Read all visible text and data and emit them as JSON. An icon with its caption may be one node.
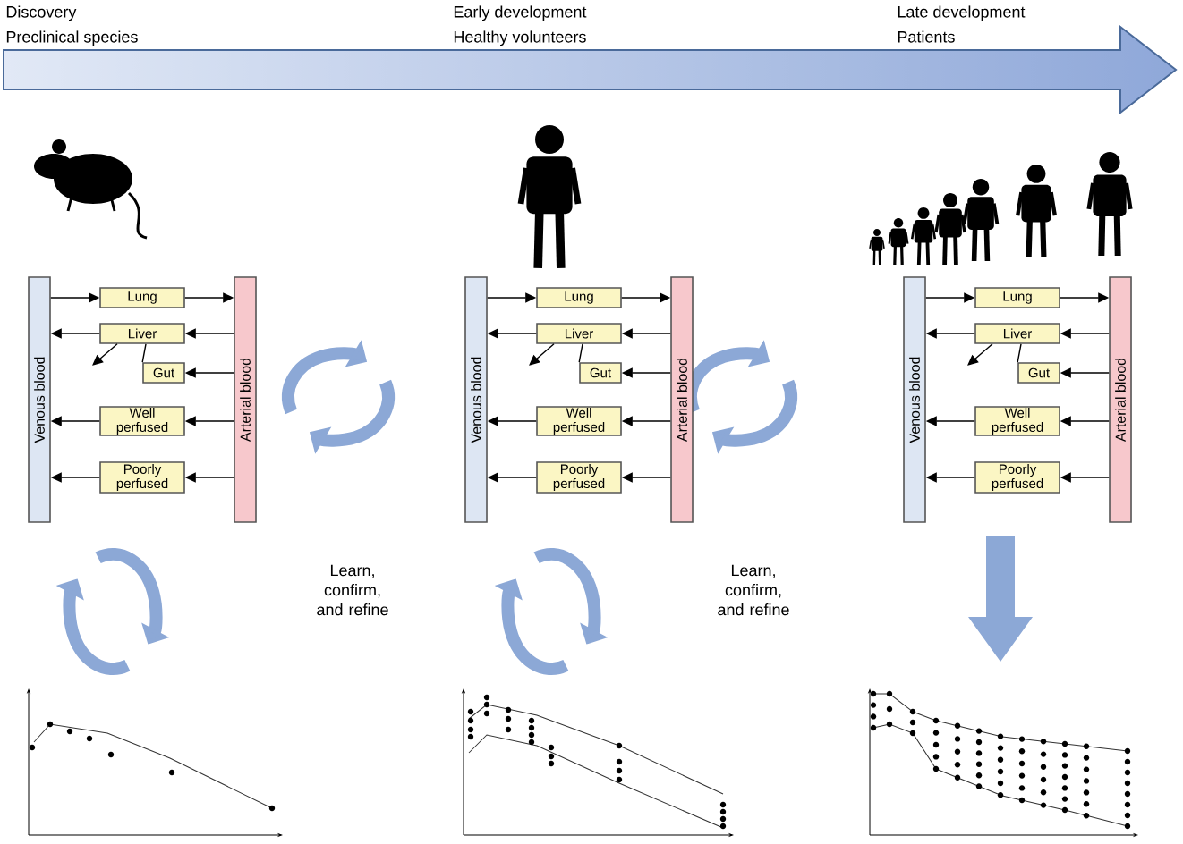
{
  "diagram": {
    "nodes": [
      {
        "text": [
          "Venous blood"
        ]
      },
      {
        "text": [
          "Arterial blood"
        ]
      },
      {
        "text": [
          "Lung"
        ]
      },
      {
        "text": [
          "Liver"
        ]
      },
      {
        "text": [
          "Gut"
        ]
      },
      {
        "text": [
          "Well perfused"
        ]
      },
      {
        "text": [
          "Poorly perfused"
        ]
      },
      {
        "text": [
          "Venous blood"
        ]
      },
      {
        "text": [
          "Arterial blood"
        ]
      },
      {
        "text": [
          "Lung"
        ]
      },
      {
        "text": [
          "Liver"
        ]
      },
      {
        "text": [
          "Gut"
        ]
      },
      {
        "text": [
          "Well perfused"
        ]
      },
      {
        "text": [
          "Poorly perfused"
        ]
      },
      {
        "text": [
          "Venous blood"
        ]
      },
      {
        "text": [
          "Arterial blood"
        ]
      },
      {
        "text": [
          "Lung"
        ]
      },
      {
        "text": [
          "Liver"
        ]
      },
      {
        "text": [
          "Gut"
        ]
      },
      {
        "text": [
          "Well perfused"
        ]
      },
      {
        "text": [
          "Poorly perfused"
        ]
      }
    ],
    "edges": [
      {
        "from": 0,
        "to": 2,
        "arrow": "to"
      },
      {
        "from": 2,
        "to": 1,
        "arrow": "to"
      },
      {
        "from": 1,
        "to": 3,
        "arrow": "to"
      },
      {
        "from": 3,
        "to": 0,
        "arrow": "to"
      },
      {
        "from": 3,
        "to": null,
        "arrow": "to"
      },
      {
        "from": 4,
        "to": 3,
        "arrow": "none"
      },
      {
        "from": 1,
        "to": 4,
        "arrow": "to"
      },
      {
        "from": 1,
        "to": 5,
        "arrow": "to"
      },
      {
        "from": 5,
        "to": 0,
        "arrow": "to"
      },
      {
        "from": 1,
        "to": 6,
        "arrow": "to"
      },
      {
        "from": 6,
        "to": 0,
        "arrow": "to"
      },
      {
        "from": 7,
        "to": 9,
        "arrow": "to"
      },
      {
        "from": 9,
        "to": 8,
        "arrow": "to"
      },
      {
        "from": 8,
        "to": 10,
        "arrow": "to"
      },
      {
        "from": 10,
        "to": 7,
        "arrow": "to"
      },
      {
        "from": 10,
        "to": null,
        "arrow": "to"
      },
      {
        "from": 11,
        "to": 10,
        "arrow": "none"
      },
      {
        "from": 8,
        "to": 11,
        "arrow": "to"
      },
      {
        "from": 8,
        "to": 12,
        "arrow": "to"
      },
      {
        "from": 12,
        "to": 7,
        "arrow": "to"
      },
      {
        "from": 8,
        "to": 13,
        "arrow": "to"
      },
      {
        "from": 13,
        "to": 7,
        "arrow": "to"
      },
      {
        "from": 14,
        "to": 16,
        "arrow": "to"
      },
      {
        "from": 16,
        "to": 15,
        "arrow": "to"
      },
      {
        "from": 15,
        "to": 17,
        "arrow": "to"
      },
      {
        "from": 17,
        "to": 14,
        "arrow": "to"
      },
      {
        "from": 17,
        "to": null,
        "arrow": "to"
      },
      {
        "from": 18,
        "to": 17,
        "arrow": "none"
      },
      {
        "from": 15,
        "to": 18,
        "arrow": "to"
      },
      {
        "from": 15,
        "to": 19,
        "arrow": "to"
      },
      {
        "from": 19,
        "to": 14,
        "arrow": "to"
      },
      {
        "from": 15,
        "to": 20,
        "arrow": "to"
      },
      {
        "from": 20,
        "to": 14,
        "arrow": "to"
      }
    ],
    "labels": [
      "Discovery",
      "Preclinical species",
      "Early development",
      "Healthy volunteers",
      "Late development",
      "Patients",
      "Learn, confirm, and refine",
      "Learn, confirm, and refine"
    ]
  }
}
